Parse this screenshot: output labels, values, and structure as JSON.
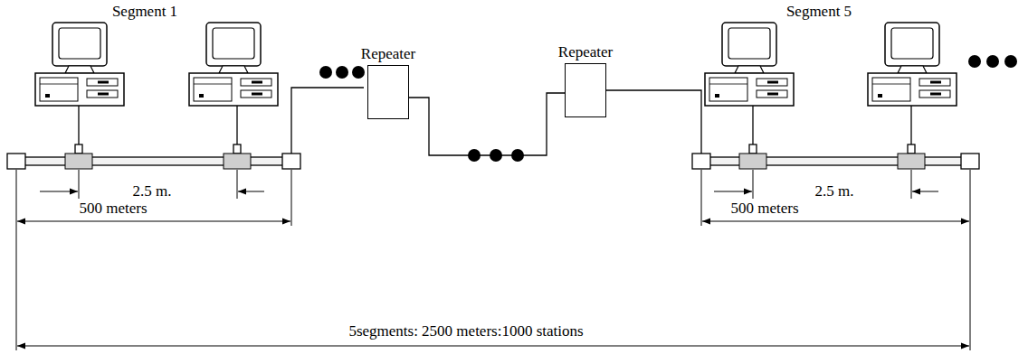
{
  "diagram": {
    "nodes": [
      {
        "text": [
          "Repeater"
        ]
      },
      {
        "text": [
          "Repeater"
        ]
      }
    ],
    "edges": [
      {
        "from": 0,
        "to": 1,
        "arrow": "none"
      }
    ],
    "labels": [
      "Segment 1",
      "2.5 m.",
      "500 meters",
      "Segment 5",
      "2.5 m.",
      "500 meters",
      "5segments: 2500 meters:1000 stations"
    ]
  }
}
